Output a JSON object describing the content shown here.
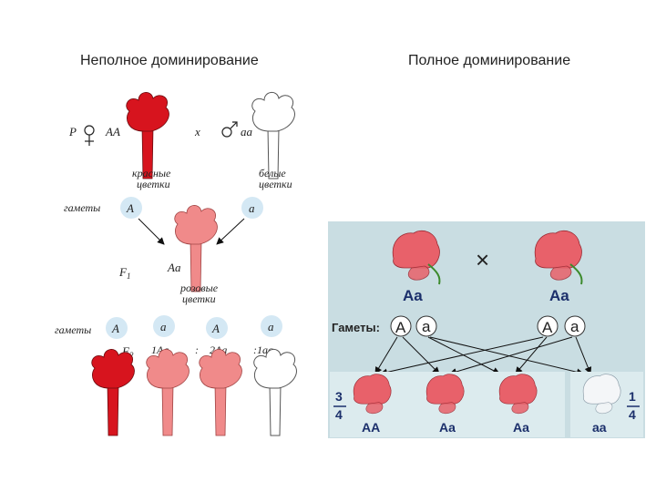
{
  "headings": {
    "incomplete": "Неполное доминирование",
    "complete": "Полное доминирование"
  },
  "incomplete": {
    "p_label": "P",
    "female_genotype": "AA",
    "cross_symbol": "x",
    "male_genotype": "aa",
    "red_caption_1": "красные",
    "red_caption_2": "цветки",
    "white_caption_1": "белые",
    "white_caption_2": "цветки",
    "gametes_label": "гаметы",
    "gamete_A": "A",
    "gamete_a": "a",
    "f1_label": "F",
    "f1_sub": "1",
    "f1_genotype": "Aa",
    "pink_caption_1": "розовые",
    "pink_caption_2": "цветки",
    "gametes_label_2": "гаметы",
    "f2_gametes": [
      "A",
      "a",
      "A",
      "a"
    ],
    "f2_label": "F",
    "f2_sub": "2",
    "ratio": [
      "1Aa",
      ":",
      "2Aa",
      ":1aa"
    ],
    "colors": {
      "red": "#d7141e",
      "pink": "#f08a8a",
      "white": "#ffffff"
    }
  },
  "complete": {
    "parent_genotypes": [
      "Aa",
      "Aa"
    ],
    "cross_symbol": "×",
    "gametes_label": "Гаметы:",
    "gametes": [
      "A",
      "a",
      "A",
      "a"
    ],
    "offspring_genotypes": [
      "AA",
      "Aa",
      "Aa",
      "aa"
    ],
    "left_fraction": {
      "num": "3",
      "den": "4"
    },
    "right_fraction": {
      "num": "1",
      "den": "4"
    },
    "colors": {
      "panel_bg": "#c9dde2",
      "offspring_bg": "#dcebee",
      "flower": "#e8616a"
    }
  }
}
